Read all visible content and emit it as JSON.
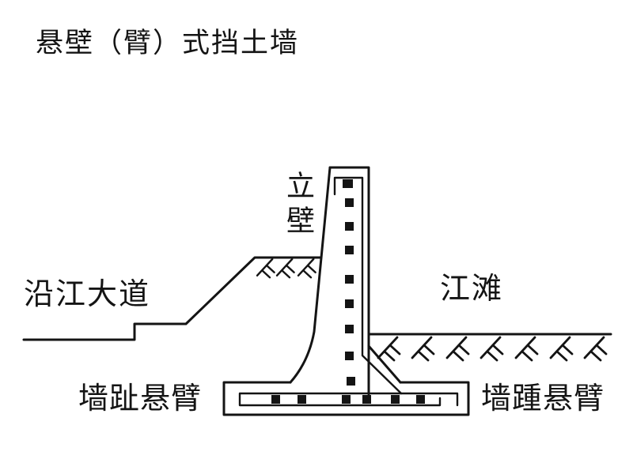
{
  "page": {
    "background": "#ffffff",
    "ink": "#141414"
  },
  "title": "悬壁（臂）式挡土墙",
  "labels": {
    "stem": "立壁",
    "road": "沿江大道",
    "beach": "江滩",
    "toe_cantilever": "墙趾悬臂",
    "heel_cantilever": "墙踵悬臂"
  }
}
